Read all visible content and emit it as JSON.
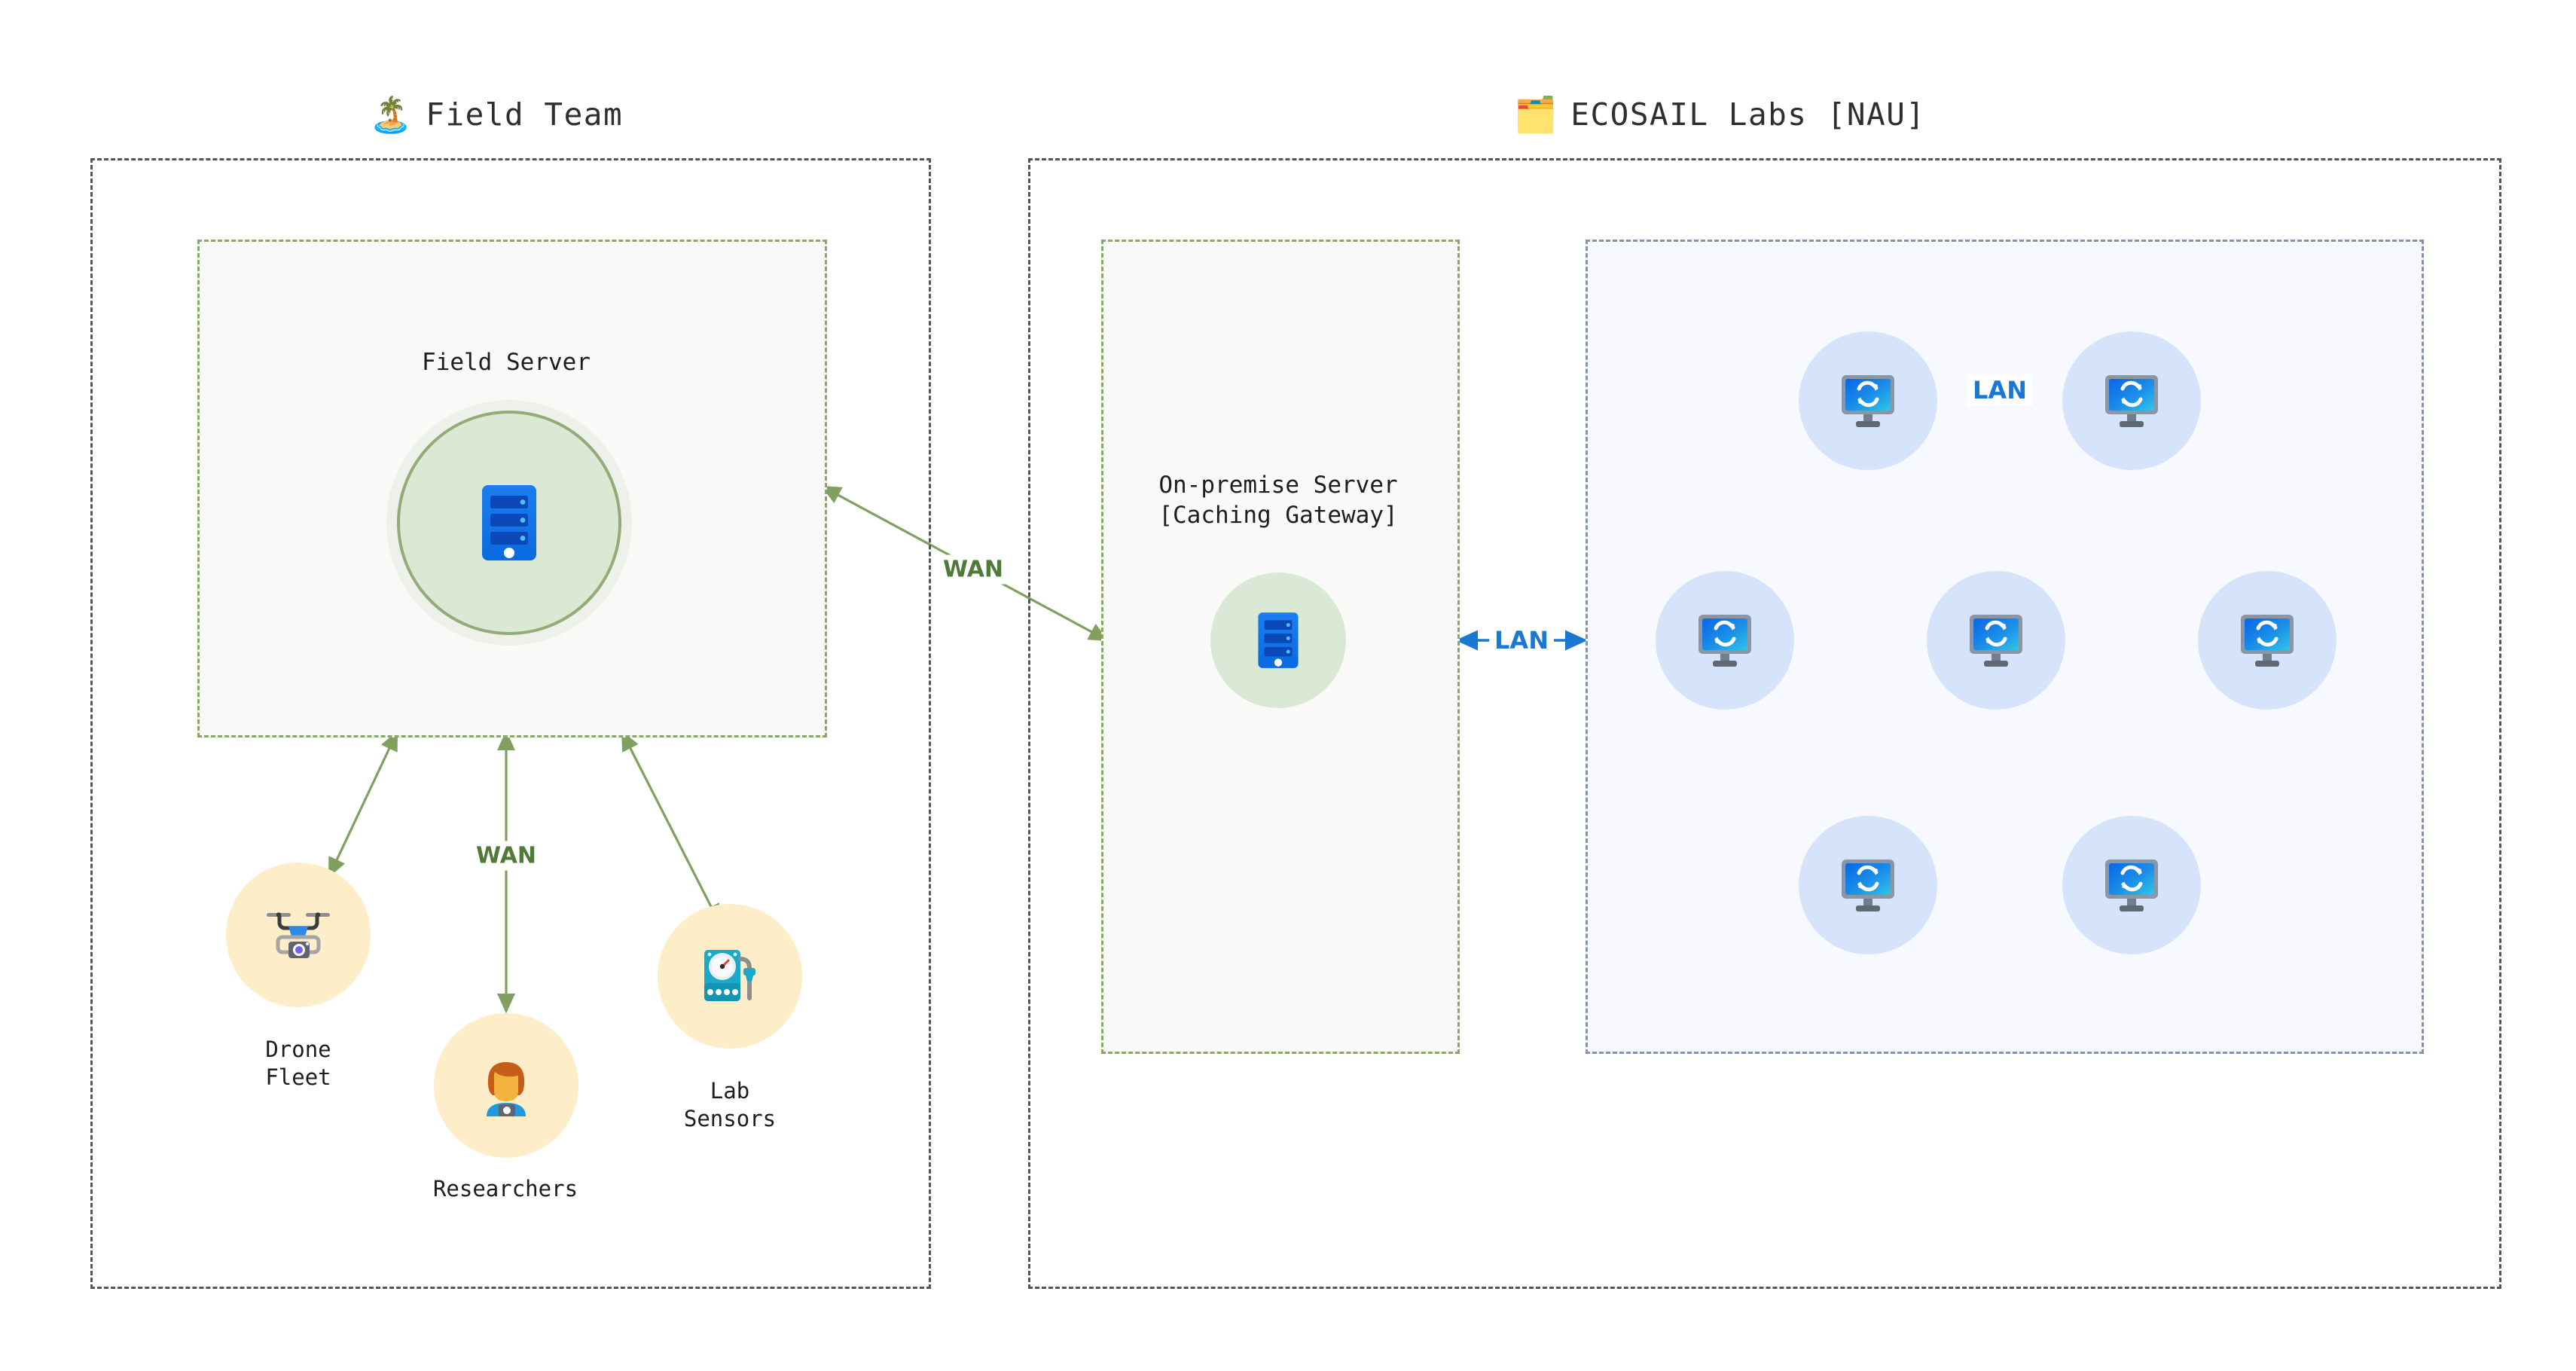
{
  "diagram": {
    "title": "Field Team to ECOSAIL Labs network architecture",
    "colors": {
      "wan_edge": "#7fa05f",
      "lan_edge": "#1978d4",
      "zone_border": "#555555",
      "inner_border": "#8aa76a",
      "cluster_border": "#7f94b0",
      "cluster_bg": "#f8f9ff",
      "node_green": "#dbe8d4",
      "node_green_ring": "#93ab79",
      "node_orange": "#fdeec9",
      "node_blue": "#d5e4fb"
    }
  },
  "zones": [
    {
      "id": "field-team",
      "emoji": "🏝️",
      "emoji_name": "palm-trees-icon",
      "title": "Field Team"
    },
    {
      "id": "ecosail-labs",
      "emoji": "🗂️",
      "emoji_name": "lab-folder-icon",
      "title": "ECOSAIL Labs [NAU]"
    }
  ],
  "nodes": {
    "field_server": {
      "label": "Field Server",
      "icon": "server-icon"
    },
    "drone_fleet": {
      "label": "Drone\nFleet",
      "icon": "drone-icon"
    },
    "researchers": {
      "label": "Researchers",
      "icon": "researcher-icon"
    },
    "lab_sensors": {
      "label": "Lab\nSensors",
      "icon": "sensor-gauge-icon"
    },
    "onprem_server": {
      "label": "On-premise Server\n[Caching Gateway]",
      "icon": "server-icon"
    },
    "compute_nodes": [
      {
        "id": "c1",
        "icon": "compute-sync-icon"
      },
      {
        "id": "c2",
        "icon": "compute-sync-icon"
      },
      {
        "id": "c3",
        "icon": "compute-sync-icon"
      },
      {
        "id": "c4",
        "icon": "compute-sync-icon"
      },
      {
        "id": "c5",
        "icon": "compute-sync-icon"
      },
      {
        "id": "c6",
        "icon": "compute-sync-icon"
      }
    ]
  },
  "edge_labels": {
    "wan_cross": "WAN",
    "wan_devices": "WAN",
    "lan_gateway": "LAN",
    "lan_cluster": "LAN"
  }
}
